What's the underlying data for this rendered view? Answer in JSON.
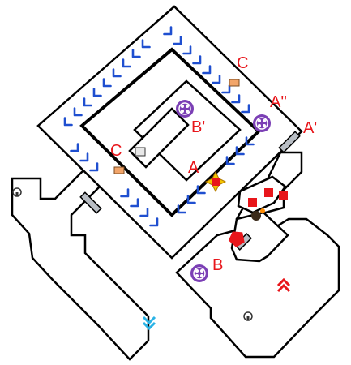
{
  "map": {
    "labels": {
      "a": "A",
      "a_prime": "A'",
      "a_double_prime": "A''",
      "b": "B",
      "b_prime": "B'",
      "c_right": "C",
      "c_left": "C"
    },
    "colors": {
      "wall": "#000000",
      "floor": "#ffffff",
      "arrow": "#1f4fd0",
      "label": "#e8161b",
      "switch": "#e8161b",
      "chest": "#f2a56a",
      "warp": "#7b3fb5",
      "door": "#b8bdc4",
      "stairs_down": "#2ab3e6",
      "stairs_up": "#e8161b"
    },
    "icons": {
      "warp": "warp-portal-icon",
      "chest": "treasure-chest-icon",
      "switch": "red-switch-block-icon",
      "star_switch": "star-floor-switch-icon",
      "key": "keyhole-icon",
      "stairs_down": "double-chevron-down-icon",
      "stairs_up": "double-chevron-up-icon",
      "cannon": "cannon-icon"
    }
  }
}
